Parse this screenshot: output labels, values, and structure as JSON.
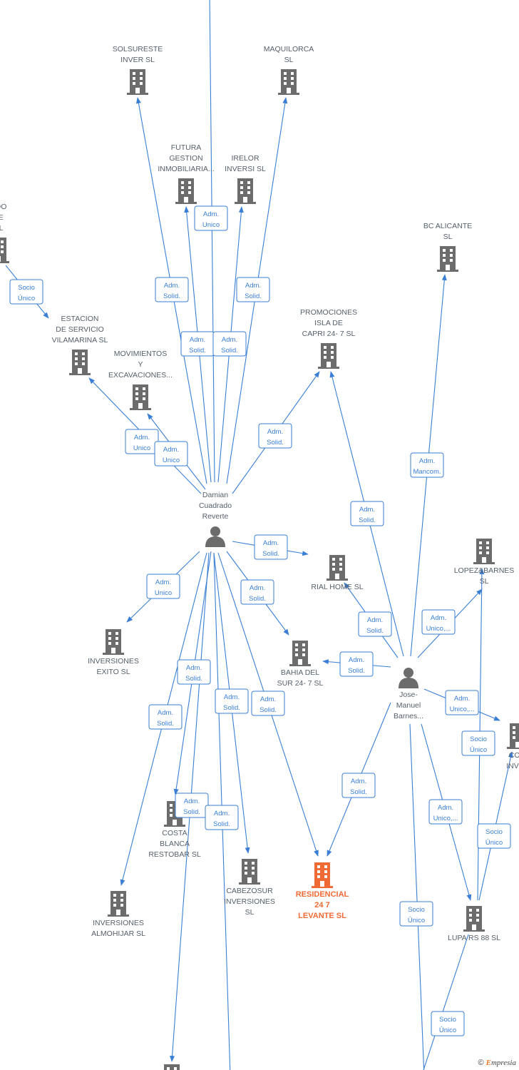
{
  "colors": {
    "edge": "#3a7fd5",
    "company": "#6c6c6c",
    "highlight": "#f06a35",
    "person": "#6c6c6c"
  },
  "nodes": [
    {
      "id": "solsureste",
      "type": "company",
      "label": [
        "SOLSURESTE",
        "INVER SL"
      ]
    },
    {
      "id": "maquilorca",
      "type": "company",
      "label": [
        "MAQUILORCA",
        "SL"
      ]
    },
    {
      "id": "futura",
      "type": "company",
      "label": [
        "FUTURA",
        "GESTION",
        "INMOBILIARIA..."
      ]
    },
    {
      "id": "irelor",
      "type": "company",
      "label": [
        "IRELOR",
        "INVERSI SL"
      ]
    },
    {
      "id": "topleft",
      "type": "company",
      "label": [
        "ADO",
        "TE",
        "SL"
      ]
    },
    {
      "id": "bc_alicante",
      "type": "company",
      "label": [
        "BC ALICANTE",
        "SL"
      ]
    },
    {
      "id": "estacion",
      "type": "company",
      "label": [
        "ESTACION",
        "DE SERVICIO",
        "VILAMARINA SL"
      ]
    },
    {
      "id": "promociones",
      "type": "company",
      "label": [
        "PROMOCIONES",
        "ISLA DE",
        "CAPRI 24- 7 SL"
      ]
    },
    {
      "id": "movimientos",
      "type": "company",
      "label": [
        "MOVIMIENTOS",
        "Y",
        "EXCAVACIONES..."
      ]
    },
    {
      "id": "damian",
      "type": "person",
      "label": [
        "Damian",
        "Cuadrado",
        "Reverte"
      ]
    },
    {
      "id": "rial_home",
      "type": "company",
      "label": [
        "RIAL HOME SL"
      ]
    },
    {
      "id": "lopez_barnes",
      "type": "company",
      "label": [
        "LOPEZ&BARNES",
        "SL"
      ]
    },
    {
      "id": "inversiones_exito",
      "type": "company",
      "label": [
        "INVERSIONES",
        "EXITO SL"
      ]
    },
    {
      "id": "bahia",
      "type": "company",
      "label": [
        "BAHIA DEL",
        "SUR 24- 7 SL"
      ]
    },
    {
      "id": "jose",
      "type": "person",
      "label": [
        "Jose-",
        "Manuel",
        "Barnes..."
      ]
    },
    {
      "id": "com_inves",
      "type": "company",
      "label": [
        "COM",
        "INVES"
      ]
    },
    {
      "id": "costa_blanca",
      "type": "company",
      "label": [
        "COSTA",
        "BLANCA",
        "RESTOBAR SL"
      ]
    },
    {
      "id": "cabezosur",
      "type": "company",
      "label": [
        "CABEZOSUR",
        "INVERSIONES",
        "SL"
      ]
    },
    {
      "id": "residencial",
      "type": "company",
      "highlight": true,
      "label": [
        "RESIDENCIAL",
        "24 7",
        "LEVANTE SL"
      ]
    },
    {
      "id": "almohijar",
      "type": "company",
      "label": [
        "INVERSIONES",
        "ALMOHIJAR SL"
      ]
    },
    {
      "id": "lupa",
      "type": "company",
      "label": [
        "LUPA RS 88 SL"
      ]
    },
    {
      "id": "bottom_node",
      "type": "company",
      "label": []
    }
  ],
  "edges": [
    {
      "from": "damian",
      "to": "solsureste",
      "label": [
        "Adm.",
        "Solid."
      ]
    },
    {
      "from": "damian",
      "to": "maquilorca",
      "label": [
        "Adm.",
        "Solid."
      ]
    },
    {
      "from": "damian",
      "to": "futura",
      "label": [
        "Adm.",
        "Solid."
      ]
    },
    {
      "from": "damian",
      "to": "irelor",
      "label": [
        "Adm.",
        "Solid."
      ]
    },
    {
      "from": "damian",
      "to": "top_offscreen",
      "label": [
        "Adm.",
        "Unico"
      ]
    },
    {
      "from": "topleft",
      "to": "estacion",
      "label": [
        "Socio",
        "Único"
      ]
    },
    {
      "from": "damian",
      "to": "estacion",
      "label": [
        "Adm.",
        "Unico"
      ]
    },
    {
      "from": "damian",
      "to": "movimientos",
      "label": [
        "Adm.",
        "Unico"
      ]
    },
    {
      "from": "damian",
      "to": "promociones",
      "label": [
        "Adm.",
        "Solid."
      ]
    },
    {
      "from": "jose",
      "to": "bc_alicante",
      "label": [
        "Adm.",
        "Mancom."
      ]
    },
    {
      "from": "jose",
      "to": "promociones",
      "label": [
        "Adm.",
        "Solid."
      ]
    },
    {
      "from": "damian",
      "to": "rial_home",
      "label": [
        "Adm.",
        "Solid."
      ]
    },
    {
      "from": "damian",
      "to": "inversiones_exito",
      "label": [
        "Adm.",
        "Unico"
      ]
    },
    {
      "from": "damian",
      "to": "bahia",
      "label": [
        "Adm.",
        "Solid."
      ]
    },
    {
      "from": "jose",
      "to": "rial_home",
      "label": [
        "Adm.",
        "Solid."
      ]
    },
    {
      "from": "jose",
      "to": "lopez_barnes",
      "label": [
        "Adm.",
        "Unico,..."
      ]
    },
    {
      "from": "jose",
      "to": "bahia",
      "label": [
        "Adm.",
        "Solid."
      ]
    },
    {
      "from": "jose",
      "to": "com_inves",
      "label": [
        "Adm.",
        "Unico,..."
      ]
    },
    {
      "from": "lupa",
      "to": "lopez_barnes",
      "label": [
        "Socio",
        "Único"
      ]
    },
    {
      "from": "damian",
      "to": "costa_blanca",
      "label": [
        "Adm.",
        "Solid."
      ]
    },
    {
      "from": "damian",
      "to": "residencial",
      "label": [
        "Adm.",
        "Solid."
      ]
    },
    {
      "from": "damian",
      "to": "almohijar",
      "label": [
        "Adm.",
        "Solid."
      ]
    },
    {
      "from": "damian",
      "to": "cabezosur",
      "label": [
        "Adm.",
        "Solid."
      ]
    },
    {
      "from": "jose",
      "to": "residencial",
      "label": [
        "Adm.",
        "Solid."
      ]
    },
    {
      "from": "damian",
      "to": "bottom_node",
      "label": [
        "Adm.",
        "Solid."
      ]
    },
    {
      "from": "damian",
      "to": "bottom_offscreen",
      "label": [
        "Adm.",
        "Solid."
      ]
    },
    {
      "from": "jose",
      "to": "lupa",
      "label": [
        "Adm.",
        "Unico,..."
      ]
    },
    {
      "from": "lupa",
      "to": "com_inves",
      "label": [
        "Socio",
        "Único"
      ]
    },
    {
      "from": "jose",
      "to": "bottom_right_offscreen",
      "label": [
        "Socio",
        "Único"
      ]
    },
    {
      "from": "bottom_right_offscreen",
      "to": "lupa",
      "label": [
        "Socio",
        "Único"
      ]
    }
  ],
  "footer": {
    "copyright": "©",
    "brand_initial": "E",
    "brand_rest": "mpresia"
  }
}
